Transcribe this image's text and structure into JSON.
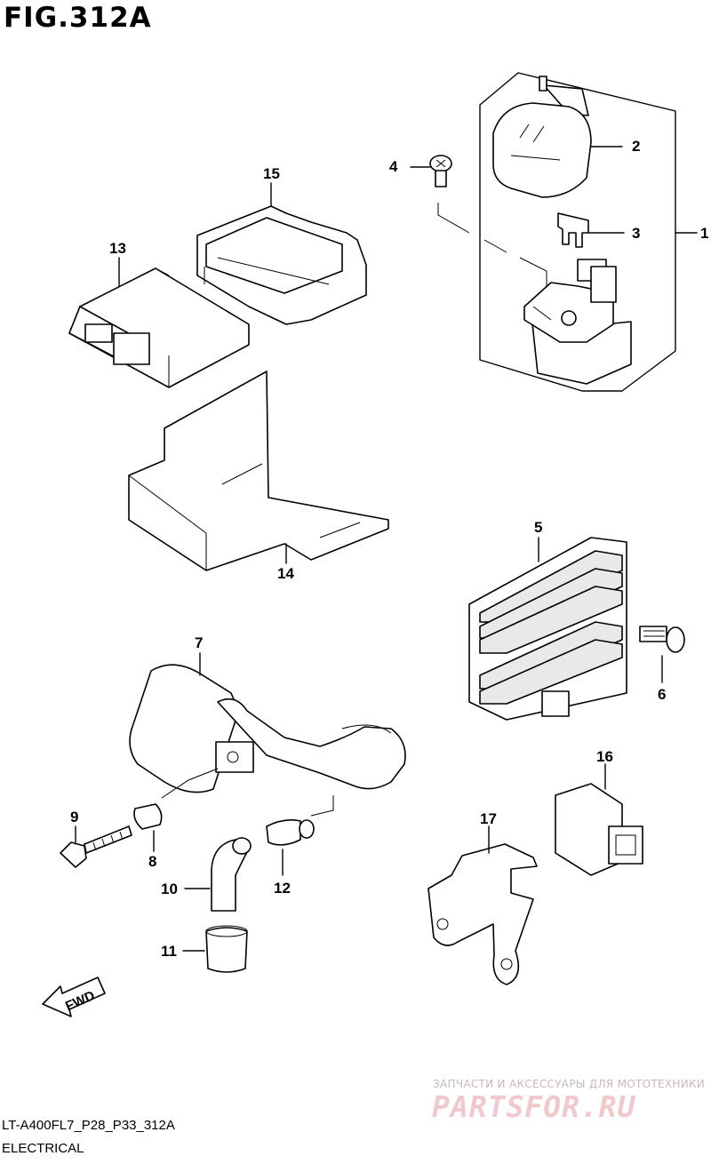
{
  "figure": {
    "title": "FIG.312A",
    "model_code": "LT-A400FL7_P28_P33_312A",
    "section_name": "ELECTRICAL"
  },
  "callouts": {
    "c1": "1",
    "c2": "2",
    "c3": "3",
    "c4": "4",
    "c5": "5",
    "c6": "6",
    "c7": "7",
    "c8": "8",
    "c9": "9",
    "c10": "10",
    "c11": "11",
    "c12": "12",
    "c13": "13",
    "c14": "14",
    "c15": "15",
    "c16": "16",
    "c17": "17"
  },
  "direction_arrow": {
    "label": "FWD"
  },
  "watermark": {
    "tagline": "ЗАПЧАСТИ И АКСЕССУАРЫ ДЛЯ МОТОТЕХНИКИ",
    "logo": "PARTSFOR.RU"
  },
  "colors": {
    "line": "#000000",
    "background": "#ffffff",
    "watermark": "#f1c9cd"
  }
}
